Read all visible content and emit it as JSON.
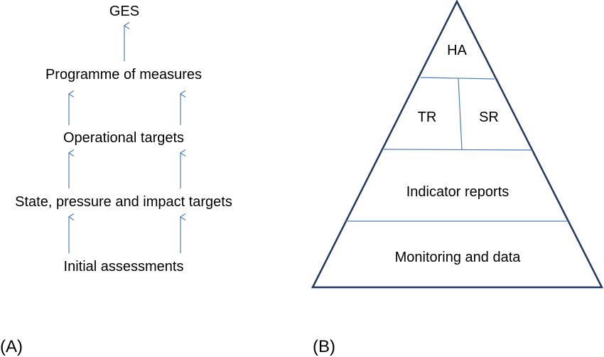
{
  "panel_a": {
    "label": "(A)",
    "nodes": {
      "ges": "GES",
      "programme": "Programme of measures",
      "operational": "Operational targets",
      "state": "State, pressure and impact targets",
      "initial": "Initial assessments"
    }
  },
  "panel_b": {
    "label": "(B)",
    "levels": {
      "ha": "HA",
      "tr": "TR",
      "sr": "SR",
      "indicator": "Indicator reports",
      "monitoring": "Monitoring and data"
    }
  },
  "colors": {
    "arrow": "#4a7ebb",
    "pyramid_outline": "#1f3864",
    "divider": "#4a7ebb",
    "text": "#000000"
  }
}
